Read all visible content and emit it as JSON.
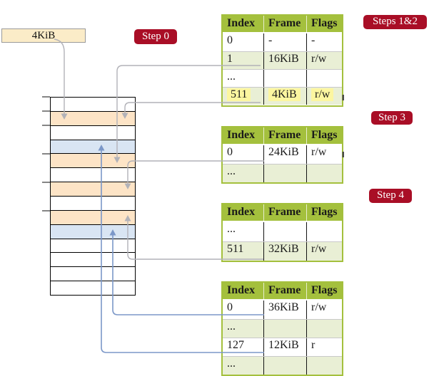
{
  "colors": {
    "accent_red": "#a90e26",
    "olive": "#a4c03d",
    "row_green": "#e9efd5",
    "wheat_box": "#fbecc8",
    "wheat_row": "#fde4c6",
    "blue_row": "#d9e5f3",
    "gray_line": "#b2b2b8",
    "blue_line": "#7b97c8",
    "highlight": "#fcf6a0"
  },
  "page_box": {
    "label": "4KiB"
  },
  "step_labels": [
    {
      "id": "step-0",
      "text": "Step 0"
    },
    {
      "id": "steps-1-2",
      "text": "Steps 1&2"
    },
    {
      "id": "step-3",
      "text": "Step 3"
    },
    {
      "id": "step-4",
      "text": "Step 4"
    }
  ],
  "memory": {
    "rows": [
      {
        "address_kib": 0,
        "type": "free"
      },
      {
        "address_kib": 4,
        "type": "page-table"
      },
      {
        "address_kib": 8,
        "type": "free"
      },
      {
        "address_kib": 12,
        "type": "mapped-page"
      },
      {
        "address_kib": 16,
        "type": "page-table"
      },
      {
        "address_kib": 20,
        "type": "free"
      },
      {
        "address_kib": 24,
        "type": "page-table"
      },
      {
        "address_kib": 28,
        "type": "free"
      },
      {
        "address_kib": 32,
        "type": "page-table"
      },
      {
        "address_kib": 36,
        "type": "mapped-page"
      },
      {
        "address_kib": 40,
        "type": "free"
      },
      {
        "address_kib": 44,
        "type": "free"
      },
      {
        "address_kib": 48,
        "type": "free"
      },
      {
        "address_kib": 52,
        "type": "free"
      }
    ]
  },
  "tables": [
    {
      "id": "page-table-steps-1-2",
      "headers": [
        "Index",
        "Frame",
        "Flags"
      ],
      "rows": [
        {
          "cells": [
            "0",
            "-",
            "-"
          ],
          "shaded": false,
          "highlight": false
        },
        {
          "cells": [
            "1",
            "16KiB",
            "r/w"
          ],
          "shaded": true,
          "highlight": false
        },
        {
          "cells": [
            "...",
            "",
            ""
          ],
          "shaded": false,
          "highlight": false
        },
        {
          "cells": [
            "511",
            "4KiB",
            "r/w"
          ],
          "shaded": true,
          "highlight": true
        }
      ]
    },
    {
      "id": "page-table-step-3",
      "headers": [
        "Index",
        "Frame",
        "Flags"
      ],
      "rows": [
        {
          "cells": [
            "0",
            "24KiB",
            "r/w"
          ],
          "shaded": false,
          "highlight": false
        },
        {
          "cells": [
            "...",
            "",
            ""
          ],
          "shaded": true,
          "highlight": false
        }
      ]
    },
    {
      "id": "page-table-step-4",
      "headers": [
        "Index",
        "Frame",
        "Flags"
      ],
      "rows": [
        {
          "cells": [
            "...",
            "",
            ""
          ],
          "shaded": false,
          "highlight": false
        },
        {
          "cells": [
            "511",
            "32KiB",
            "r/w"
          ],
          "shaded": true,
          "highlight": false
        }
      ]
    },
    {
      "id": "page-table-final",
      "headers": [
        "Index",
        "Frame",
        "Flags"
      ],
      "rows": [
        {
          "cells": [
            "0",
            "36KiB",
            "r/w"
          ],
          "shaded": false,
          "highlight": false
        },
        {
          "cells": [
            "...",
            "",
            ""
          ],
          "shaded": true,
          "highlight": false
        },
        {
          "cells": [
            "127",
            "12KiB",
            "r"
          ],
          "shaded": false,
          "highlight": false
        },
        {
          "cells": [
            "...",
            "",
            ""
          ],
          "shaded": true,
          "highlight": false
        }
      ]
    }
  ],
  "arrows": [
    {
      "from": "page-size-box",
      "to": "memory@4KiB",
      "color": "gray"
    },
    {
      "from": "page-table-steps-1-2:entry-1",
      "to": "memory@16KiB",
      "color": "gray"
    },
    {
      "from": "page-table-steps-1-2:entry-511",
      "to": "memory@4KiB",
      "color": "gray"
    },
    {
      "from": "page-table-step-3:entry-0",
      "to": "memory@24KiB",
      "color": "gray"
    },
    {
      "from": "page-table-step-4:entry-511",
      "to": "memory@32KiB",
      "color": "gray"
    },
    {
      "from": "page-table-final:entry-0",
      "to": "memory@36KiB",
      "color": "blue"
    },
    {
      "from": "page-table-final:entry-127",
      "to": "memory@12KiB",
      "color": "blue"
    }
  ]
}
